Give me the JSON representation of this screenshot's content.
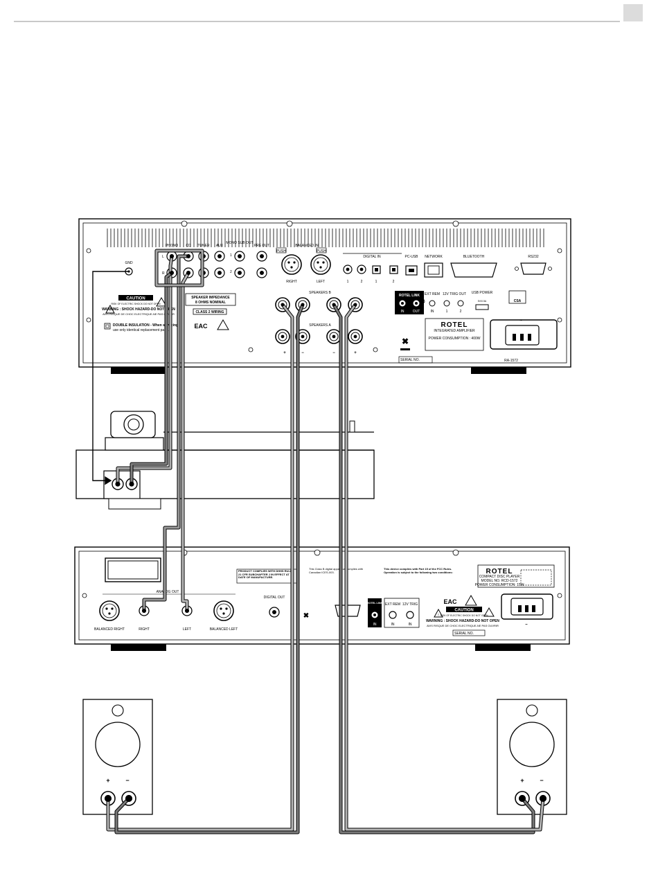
{
  "amplifier": {
    "inputs": [
      "PHONO",
      "CD",
      "TUNER",
      "AUX",
      "MONO SUB OUT",
      "PRE OUT"
    ],
    "balanced_in": "BALANCED IN",
    "balanced_right": "RIGHT",
    "balanced_left": "LEFT",
    "push": "PUSH",
    "gnd": "GND",
    "digital_in": "DIGITAL IN",
    "pc_usb": "PC-USB",
    "network": "NETWORK",
    "bluetooth": "BLUETOOTH",
    "rs232": "RS232",
    "channel_L": "L",
    "channel_R": "R",
    "num_1": "1",
    "num_2": "2",
    "caution": "CAUTION",
    "caution_sub": "RISK OF ELECTRIC SHOCK DO NOT OPEN",
    "warning": "WARNING : SHOCK HAZARD-DO NOT OPEN",
    "warning_fr": "AVIS RISQUE DE CHOC ELECTRIQUE-NE PAS OUVRIR",
    "double_insulation": "DOUBLE INSULATION - When servicing",
    "double_insulation_2": "use only identical replacement parts.",
    "speaker_impedance": "SPEAKER IMPEDANCE",
    "ohms": "8 OHMS NOMINAL",
    "class2": "CLASS 2 WIRING",
    "eac": "EAC",
    "speakers_b": "SPEAKERS B",
    "speakers_a": "SPEAKERS A",
    "rotel_link": "ROTEL LINK",
    "in": "IN",
    "out": "OUT",
    "ext_rem": "EXT REM",
    "trig_out": "12V TRIG OUT",
    "usb_power": "USB POWER",
    "usb_power_sub": "5V/0.5A",
    "brand": "ROTEL",
    "product": "INTEGRATED AMPLIFIER",
    "power": "POWER CONSUMPTION : 400W",
    "serial": "SERIAL NO.",
    "model": "RA-1572",
    "csa": "CSA"
  },
  "cd_player": {
    "balanced_right": "BALANCED RIGHT",
    "right": "RIGHT",
    "left": "LEFT",
    "balanced_left": "BALANCED LEFT",
    "analog_out": "ANALOG OUT",
    "digital_out": "DIGITAL OUT",
    "compliance": "PRODUCT COMPLIES WITH DHHS RULES 21 CFR SUBCHAPTER J IN EFFECT AT DATE OF MANUFACTURE.",
    "class_b": "This Class B digital apparatus complies with Canadian ICES-003.",
    "fcc": "This device complies with Part 15 of the FCC Rules. Operation is subject to the following two conditions:",
    "rotel_link": "ROTEL LINK",
    "in": "IN",
    "ext_rem": "EXT REM",
    "trig": "12V TRIG",
    "brand": "ROTEL",
    "product": "COMPACT DISC PLAYER",
    "model": "MODEL NO. RCD-1572",
    "power": "POWER CONSUMPTION: 15W",
    "caution": "CAUTION",
    "caution_sub": "RISK OF ELECTRIC SHOCK DO NOT OPEN",
    "warning": "WARNING : SHOCK HAZARD-DO NOT OPEN",
    "warning_fr": "AVIS RISQUE DE CHOC ELECTRIQUE-NE PAS OUVRIR",
    "serial": "SERIAL NO.",
    "eac": "EAC"
  },
  "speakers": {
    "plus": "+",
    "minus": "−"
  }
}
